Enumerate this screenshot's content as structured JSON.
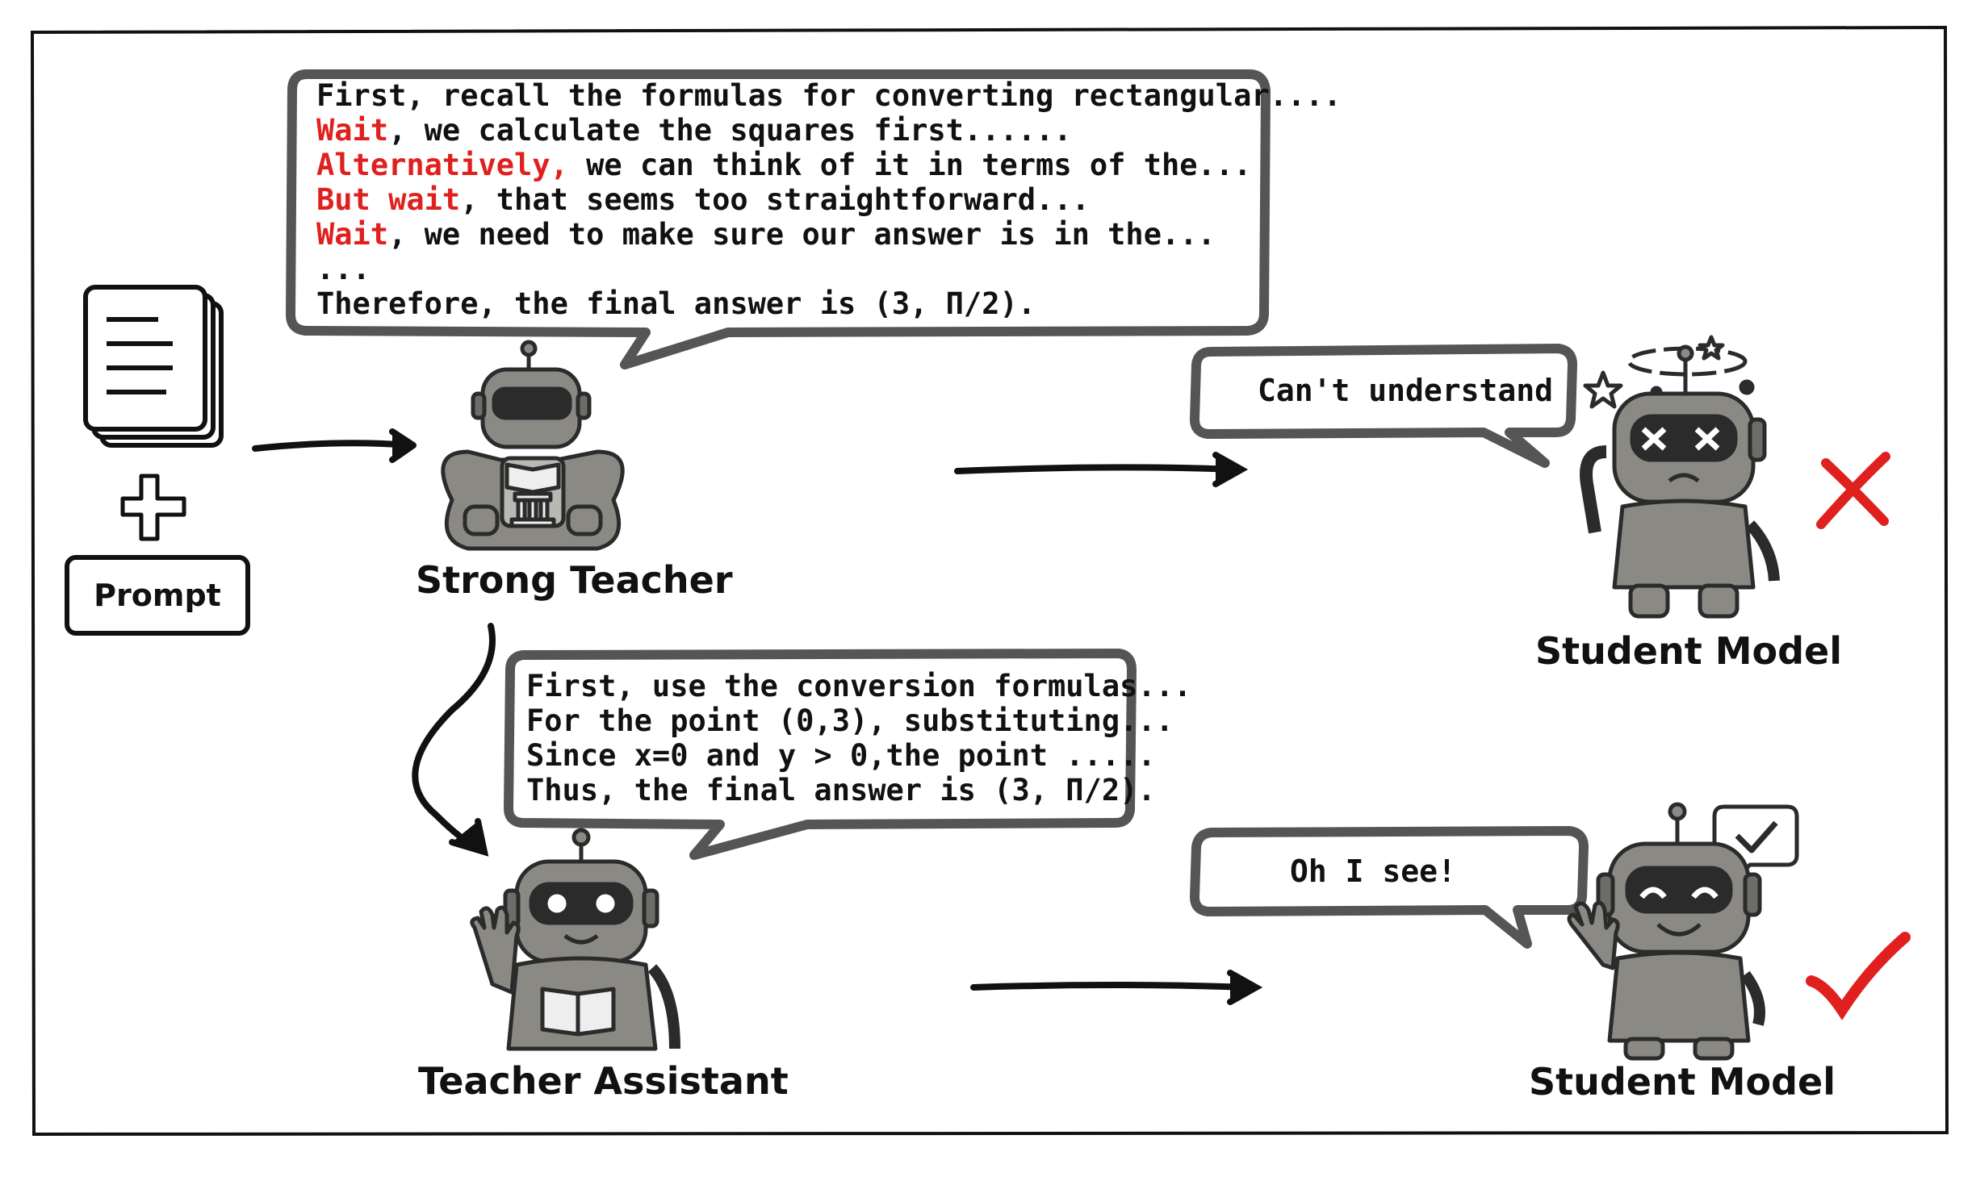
{
  "teacher_bubble": {
    "lines": [
      [
        {
          "text": "First, recall the formulas for converting rectangular....",
          "color": "black"
        }
      ],
      [
        {
          "text": "Wait",
          "color": "red"
        },
        {
          "text": ", we calculate the squares first......",
          "color": "black"
        }
      ],
      [
        {
          "text": "Alternatively,",
          "color": "red"
        },
        {
          "text": " we can think of it in terms of the...",
          "color": "black"
        }
      ],
      [
        {
          "text": "But wait",
          "color": "red"
        },
        {
          "text": ", that seems too straightforward...",
          "color": "black"
        }
      ],
      [
        {
          "text": "Wait",
          "color": "red"
        },
        {
          "text": ", we need to make sure our answer is in the...",
          "color": "black"
        }
      ],
      [
        {
          "text": "...",
          "color": "black"
        }
      ],
      [
        {
          "text": "Therefore, the final answer is (3, Π/2).",
          "color": "black"
        }
      ]
    ]
  },
  "assistant_bubble": {
    "lines": [
      "First, use the conversion formulas...",
      "For the point (0,3), substituting...",
      "Since x=0 and y > 0,the point .....",
      "Thus, the final answer is (3, Π/2)."
    ]
  },
  "prompt_label": "Prompt",
  "plus_sign": "+",
  "strong_teacher_label": "Strong Teacher",
  "teacher_assistant_label": "Teacher Assistant",
  "student_top_label": "Student Model",
  "student_bottom_label": "Student Model",
  "student_top_bubble": "Can't understand",
  "student_bottom_bubble": "Oh I see!",
  "colors": {
    "accent_red": "#e0201e",
    "robot_gray": "#8a8984",
    "robot_dark": "#2b2b2b",
    "outline": "#111111"
  }
}
